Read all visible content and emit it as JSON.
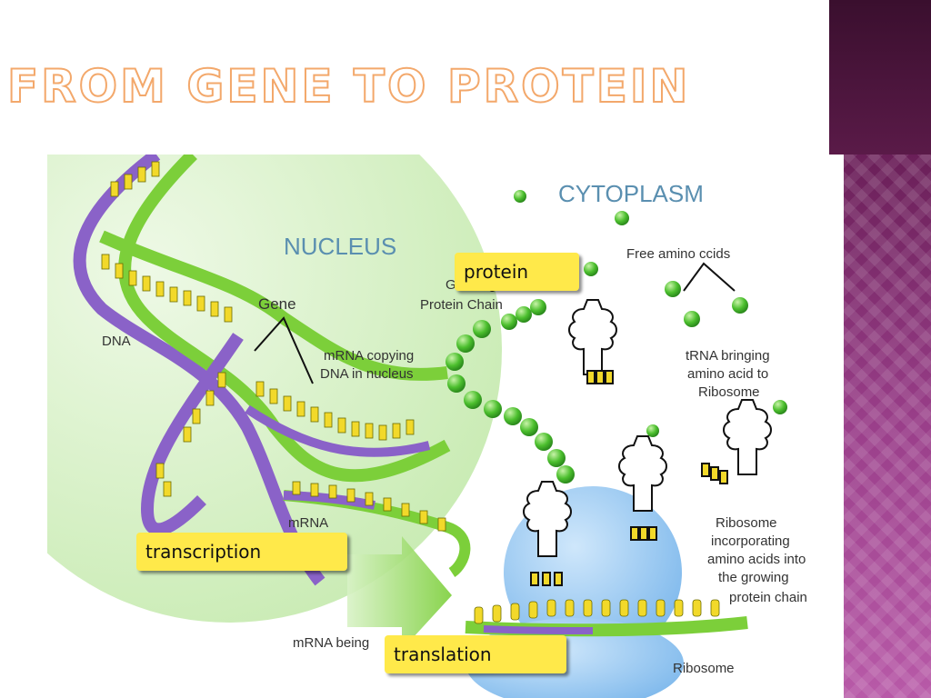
{
  "title": "FROM GENE TO PROTEIN",
  "diagram": {
    "region_labels": {
      "cytoplasm": "CYTOPLASM",
      "nucleus": "NUCLEUS"
    },
    "labels": {
      "dna": "DNA",
      "gene": "Gene",
      "mrna_copying_1": "mRNA copying",
      "mrna_copying_2": "DNA in nucleus",
      "mrna": "mRNA",
      "mrna_being": "mRNA being",
      "growing_1": "Growing",
      "growing_2": "Protein Chain",
      "free_amino": "Free amino ccids",
      "trna_1": "tRNA bringing",
      "trna_2": "amino acid to",
      "trna_3": "Ribosome",
      "ribo_inc_1": "Ribosome",
      "ribo_inc_2": "incorporating",
      "ribo_inc_3": "amino acids into",
      "ribo_inc_4": "the growing",
      "ribo_inc_5": "protein chain",
      "ribosome": "Ribosome"
    },
    "callouts": {
      "protein": "protein",
      "transcription": "transcription",
      "translation": "translation"
    },
    "colors": {
      "nucleus": "#d9f2c8",
      "dna_green": "#7ccf3a",
      "dna_purple": "#8a62c8",
      "base_yellow": "#f2d92a",
      "amino_green": "#3fae2a",
      "ribosome": "#8fc4ef",
      "callout": "#ffe94a",
      "title_outline": "#f3a86b"
    }
  }
}
